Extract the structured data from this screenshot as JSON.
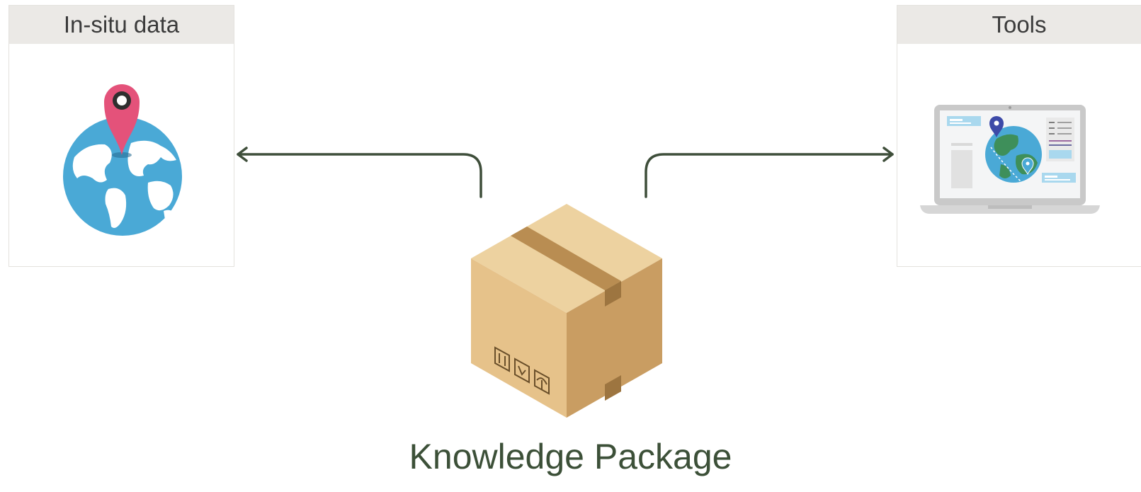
{
  "left_panel": {
    "title": "In-situ data",
    "icon": "globe-with-location-pin-icon"
  },
  "right_panel": {
    "title": "Tools",
    "icon": "laptop-map-icon"
  },
  "center": {
    "label": "Knowledge Package",
    "icon": "cardboard-box-icon"
  },
  "colors": {
    "arrow": "#3e4e3a",
    "label": "#3c5038",
    "header_bg": "#ebe9e6",
    "box_light": "#e8c48c",
    "box_dark": "#c9a064",
    "tape": "#b98d52",
    "globe": "#4aa9d6",
    "pin": "#e4527a"
  }
}
